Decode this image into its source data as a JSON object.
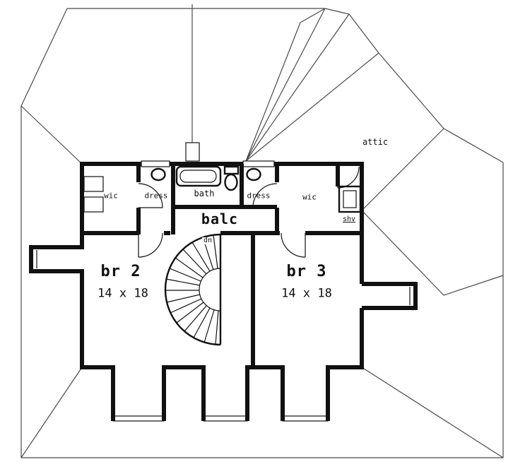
{
  "labels": {
    "attic": "attic",
    "wic_left": "wic",
    "dress_left": "dress",
    "bath": "bath",
    "dress_right": "dress",
    "wic_right": "wic",
    "shv": "shv",
    "balc": "balc",
    "dn": "dn",
    "br2_name": "br 2",
    "br2_size": "14 x 18",
    "br3_name": "br 3",
    "br3_size": "14 x 18"
  },
  "colors": {
    "wall": "#111111",
    "roof": "#4a4a4a",
    "bg": "#ffffff",
    "text": "#111111"
  }
}
